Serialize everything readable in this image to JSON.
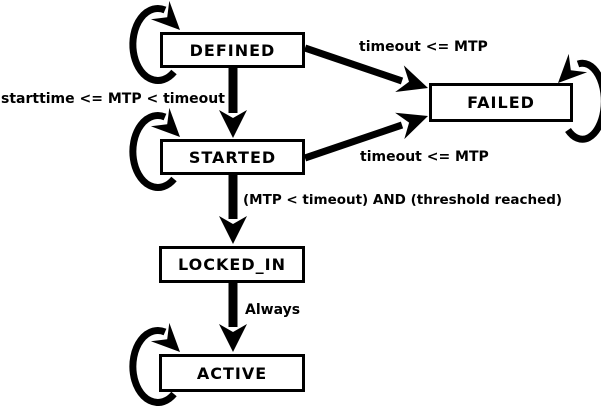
{
  "diagram": {
    "type": "state-machine",
    "background": "#ffffff",
    "ink": "#000000",
    "states": [
      {
        "id": "defined",
        "label": "DEFINED"
      },
      {
        "id": "started",
        "label": "STARTED"
      },
      {
        "id": "locked_in",
        "label": "LOCKED_IN"
      },
      {
        "id": "active",
        "label": "ACTIVE"
      },
      {
        "id": "failed",
        "label": "FAILED"
      }
    ],
    "transitions": [
      {
        "from": "defined",
        "to": "started",
        "label": "starttime <= MTP < timeout"
      },
      {
        "from": "defined",
        "to": "failed",
        "label": "timeout <= MTP"
      },
      {
        "from": "started",
        "to": "failed",
        "label": "timeout <= MTP"
      },
      {
        "from": "started",
        "to": "locked_in",
        "label": "(MTP < timeout) AND (threshold reached)"
      },
      {
        "from": "locked_in",
        "to": "active",
        "label": "Always"
      },
      {
        "from": "defined",
        "to": "defined",
        "label": ""
      },
      {
        "from": "started",
        "to": "started",
        "label": ""
      },
      {
        "from": "active",
        "to": "active",
        "label": ""
      },
      {
        "from": "failed",
        "to": "failed",
        "label": ""
      }
    ]
  }
}
